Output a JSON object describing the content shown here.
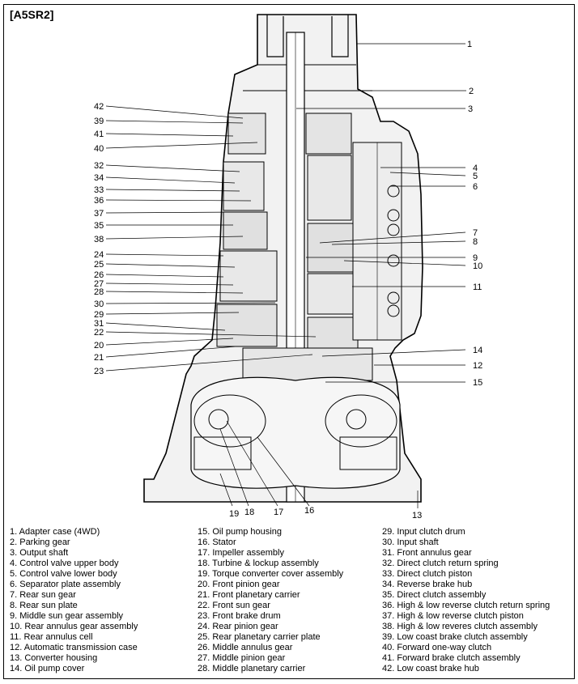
{
  "title": "[A5SR2]",
  "callouts": [
    "1",
    "2",
    "3",
    "4",
    "5",
    "6",
    "7",
    "8",
    "9",
    "10",
    "11",
    "12",
    "13",
    "14",
    "15",
    "16",
    "17",
    "18",
    "19",
    "20",
    "21",
    "22",
    "23",
    "24",
    "25",
    "26",
    "27",
    "28",
    "29",
    "30",
    "31",
    "32",
    "33",
    "34",
    "35",
    "36",
    "37",
    "38",
    "39",
    "40",
    "41",
    "42"
  ],
  "legend": {
    "col1": [
      "1. Adapter case (4WD)",
      "2. Parking gear",
      "3. Output shaft",
      "4. Control valve upper body",
      "5. Control valve lower body",
      "6. Separator plate assembly",
      "7. Rear sun gear",
      "8. Rear sun plate",
      "9. Middle sun gear assembly",
      "10. Rear annulus gear assembly",
      "11. Rear annulus cell",
      "12. Automatic transmission case",
      "13. Converter housing",
      "14. Oil pump cover"
    ],
    "col2": [
      "15. Oil pump housing",
      "16. Stator",
      "17. Impeller assembly",
      "18. Turbine & lockup assembly",
      "19. Torque converter cover assembly",
      "20. Front pinion gear",
      "21. Front planetary carrier",
      "22. Front sun gear",
      "23. Front brake drum",
      "24. Rear pinion gear",
      "25. Rear planetary carrier plate",
      "26. Middle annulus gear",
      "27. Middle pinion gear",
      "28. Middle planetary carrier"
    ],
    "col3": [
      "29. Input clutch drum",
      "30. Input shaft",
      "31. Front annulus gear",
      "32. Direct clutch return spring",
      "33. Direct clutch piston",
      "34. Reverse brake hub",
      "35. Direct clutch assembly",
      "36. High & low reverse clutch return spring",
      "37. High & low reverse clutch piston",
      "38. High & low reveres clutch assembly",
      "39. Low coast brake clutch assembly",
      "40. Forward one-way clutch",
      "41. Forward brake clutch assembly",
      "42. Low coast brake hub"
    ]
  }
}
